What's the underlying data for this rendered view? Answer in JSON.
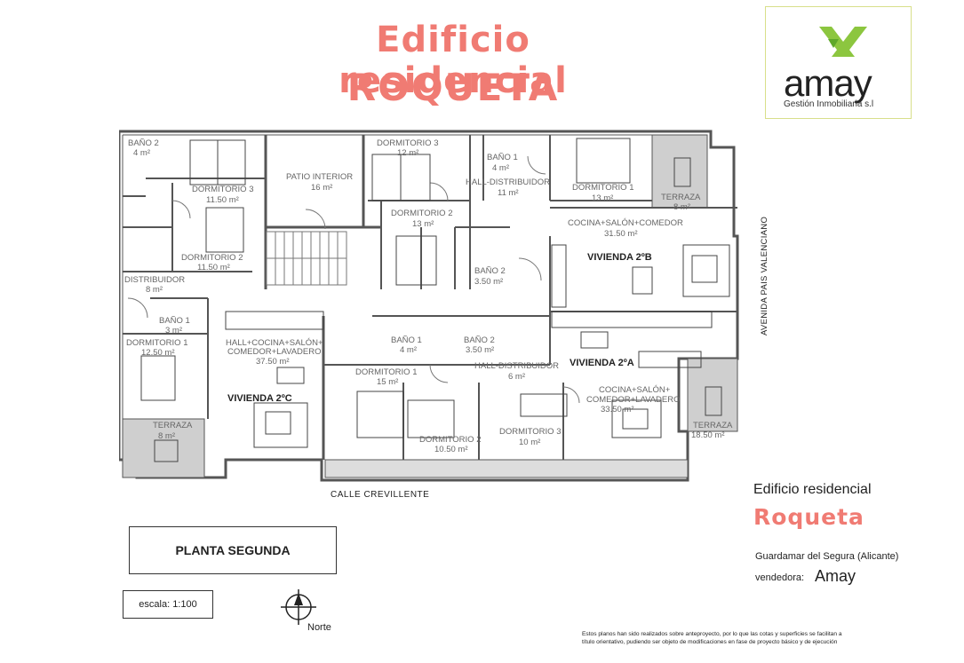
{
  "header": {
    "title_line1": "Edificio residencial",
    "title_line2": "ROQUETA"
  },
  "logo": {
    "word": "amay",
    "subtitle": "Gestión Inmobiliaria s.l",
    "mark_color": "#8cc63f"
  },
  "rooms": {
    "bano2_c": "BAÑO 2",
    "bano2_c_area": "4 m²",
    "dorm3_c": "DORMITORIO 3",
    "dorm3_c_area": "11.50 m²",
    "dorm2_c": "DORMITORIO 2",
    "dorm2_c_area": "11.50 m²",
    "patio": "PATIO INTERIOR",
    "patio_area": "16 m²",
    "dorm3_b": "DORMITORIO 3",
    "dorm3_b_area": "12 m²",
    "dorm2_b": "DORMITORIO 2",
    "dorm2_b_area": "13 m²",
    "bano1_b": "BAÑO 1",
    "bano1_b_area": "4 m²",
    "hall_b": "HALL-DISTRIBUIDOR",
    "hall_b_area": "11 m²",
    "dorm1_b": "DORMITORIO 1",
    "dorm1_b_area": "13 m²",
    "terraza_b": "TERRAZA",
    "terraza_b_area": "8 m²",
    "cocina_b": "COCINA+SALÓN+COMEDOR",
    "cocina_b_area": "31.50 m²",
    "bano2_b": "BAÑO 2",
    "bano2_b_area": "3.50 m²",
    "distrib_c": "DISTRIBUIDOR",
    "distrib_c_area": "8 m²",
    "bano1_c": "BAÑO 1",
    "bano1_c_area": "3 m²",
    "dorm1_c": "DORMITORIO 1",
    "dorm1_c_area": "12.50 m²",
    "hall_c_l1": "HALL+COCINA+SALÓN+",
    "hall_c_l2": "COMEDOR+LAVADERO",
    "hall_c_area": "37.50 m²",
    "terraza_c": "TERRAZA",
    "terraza_c_area": "8 m²",
    "bano1_a": "BAÑO 1",
    "bano1_a_area": "4 m²",
    "bano2_a": "BAÑO 2",
    "bano2_a_area": "3.50 m²",
    "hall_a": "HALL-DISTRIBUIDOR",
    "hall_a_area": "6 m²",
    "dorm1_a": "DORMITORIO 1",
    "dorm1_a_area": "15 m²",
    "dorm2_a": "DORMITORIO 2",
    "dorm2_a_area": "10.50 m²",
    "dorm3_a": "DORMITORIO 3",
    "dorm3_a_area": "10 m²",
    "cocina_a_l1": "COCINA+SALÓN+",
    "cocina_a_l2": "COMEDOR+LAVADERO",
    "cocina_a_area": "33.50 m²",
    "terraza_a": "TERRAZA",
    "terraza_a_area": "18.50 m²"
  },
  "viviendas": {
    "b": "VIVIENDA 2ºB",
    "a": "VIVIENDA 2ºA",
    "c": "VIVIENDA 2ºC"
  },
  "streets": {
    "calle": "CALLE CREVILLENTE",
    "avenida": "AVENIDA PAIS VALENCIANO"
  },
  "legend": {
    "planta": "PLANTA SEGUNDA",
    "escala": "escala: 1:100",
    "norte": "Norte"
  },
  "info": {
    "line1": "Edificio residencial",
    "line2": "Roqueta",
    "location": "Guardamar del Segura (Alicante)",
    "vendedora_label": "vendedora:",
    "vendedora_value": "Amay"
  },
  "disclaimer": {
    "line1": "Estos planos han sido realizados sobre anteproyecto, por lo que las cotas y superficies se facilitan a",
    "line2": "título orientativo, pudiendo ser objeto de modificaciones en fase de proyecto básico y de ejecución"
  },
  "colors": {
    "title": "#f07b73",
    "terrace_fill": "#cfcfcf"
  }
}
